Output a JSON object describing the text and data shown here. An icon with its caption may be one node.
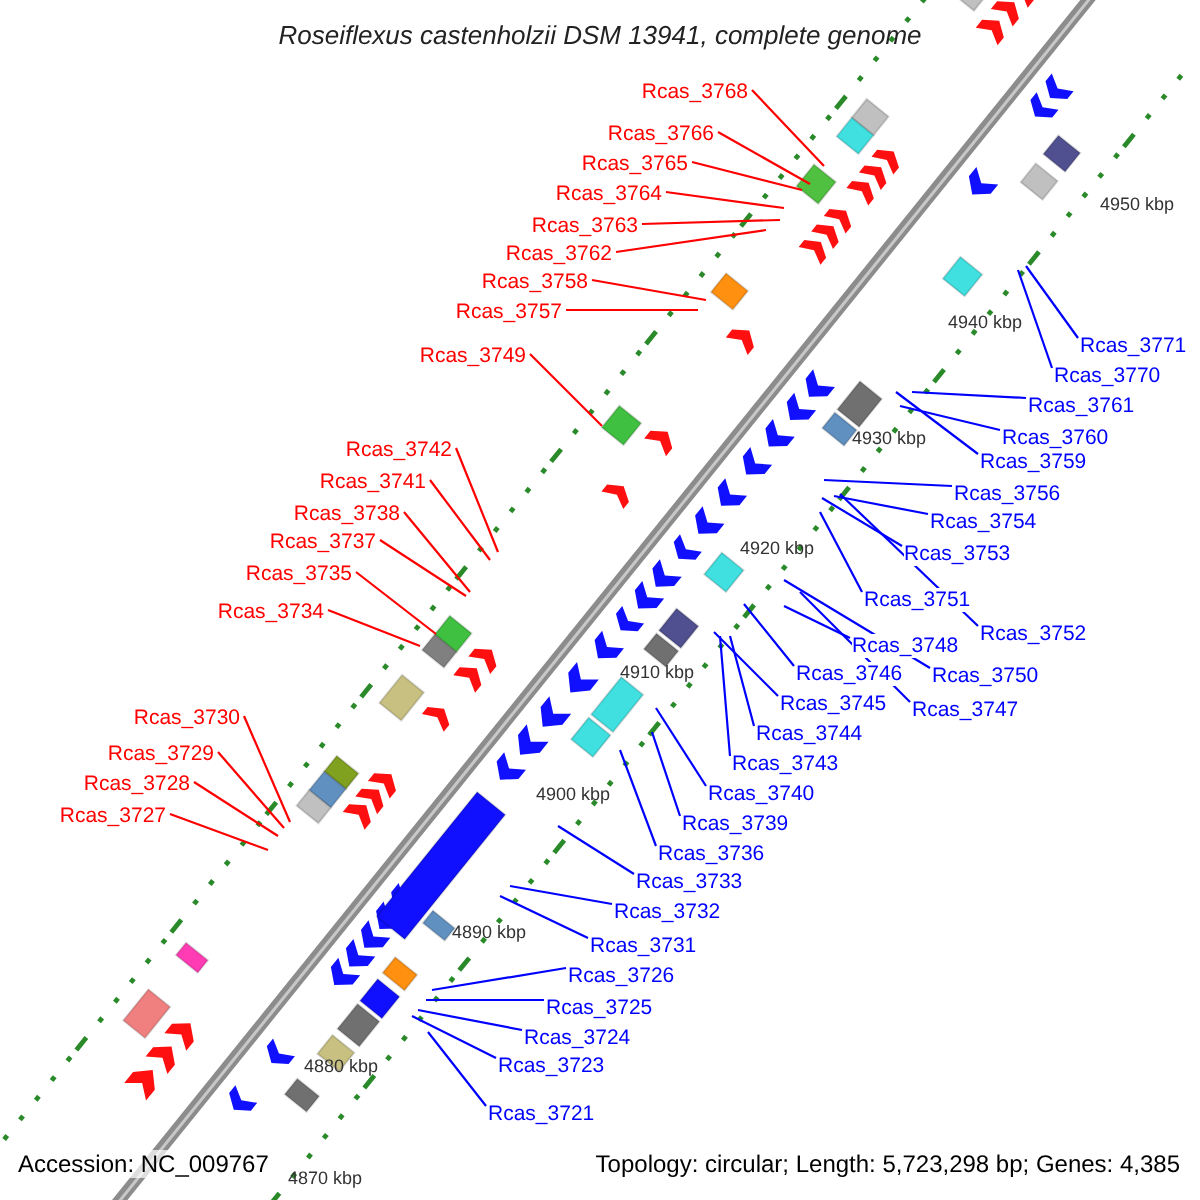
{
  "diagram": {
    "title": "Roseiflexus castenholzii DSM 13941, complete genome",
    "nodes": [
      {
        "text": [
          "Rcas_3768"
        ]
      },
      {
        "text": [
          "Rcas_3766"
        ]
      },
      {
        "text": [
          "Rcas_3765"
        ]
      },
      {
        "text": [
          "Rcas_3764"
        ]
      },
      {
        "text": [
          "Rcas_3763"
        ]
      },
      {
        "text": [
          "Rcas_3762"
        ]
      },
      {
        "text": [
          "Rcas_3758"
        ]
      },
      {
        "text": [
          "Rcas_3757"
        ]
      },
      {
        "text": [
          "Rcas_3749"
        ]
      },
      {
        "text": [
          "Rcas_3742"
        ]
      },
      {
        "text": [
          "Rcas_3741"
        ]
      },
      {
        "text": [
          "Rcas_3738"
        ]
      },
      {
        "text": [
          "Rcas_3737"
        ]
      },
      {
        "text": [
          "Rcas_3735"
        ]
      },
      {
        "text": [
          "Rcas_3734"
        ]
      },
      {
        "text": [
          "Rcas_3730"
        ]
      },
      {
        "text": [
          "Rcas_3729"
        ]
      },
      {
        "text": [
          "Rcas_3728"
        ]
      },
      {
        "text": [
          "Rcas_3727"
        ]
      },
      {
        "text": [
          "Rcas_3771"
        ]
      },
      {
        "text": [
          "Rcas_3770"
        ]
      },
      {
        "text": [
          "Rcas_3761"
        ]
      },
      {
        "text": [
          "Rcas_3760"
        ]
      },
      {
        "text": [
          "Rcas_3759"
        ]
      },
      {
        "text": [
          "Rcas_3756"
        ]
      },
      {
        "text": [
          "Rcas_3754"
        ]
      },
      {
        "text": [
          "Rcas_3753"
        ]
      },
      {
        "text": [
          "Rcas_3751"
        ]
      },
      {
        "text": [
          "Rcas_3752"
        ]
      },
      {
        "text": [
          "Rcas_3748"
        ]
      },
      {
        "text": [
          "Rcas_3746"
        ]
      },
      {
        "text": [
          "Rcas_3750"
        ]
      },
      {
        "text": [
          "Rcas_3745"
        ]
      },
      {
        "text": [
          "Rcas_3747"
        ]
      },
      {
        "text": [
          "Rcas_3744"
        ]
      },
      {
        "text": [
          "Rcas_3743"
        ]
      },
      {
        "text": [
          "Rcas_3740"
        ]
      },
      {
        "text": [
          "Rcas_3739"
        ]
      },
      {
        "text": [
          "Rcas_3736"
        ]
      },
      {
        "text": [
          "Rcas_3733"
        ]
      },
      {
        "text": [
          "Rcas_3732"
        ]
      },
      {
        "text": [
          "Rcas_3731"
        ]
      },
      {
        "text": [
          "Rcas_3726"
        ]
      },
      {
        "text": [
          "Rcas_3725"
        ]
      },
      {
        "text": [
          "Rcas_3724"
        ]
      },
      {
        "text": [
          "Rcas_3723"
        ]
      },
      {
        "text": [
          "Rcas_3721"
        ]
      }
    ],
    "edges": [
      {
        "from": 0,
        "to": null,
        "arrow": "none",
        "color": "#ff0000"
      },
      {
        "from": 1,
        "to": null,
        "arrow": "none",
        "color": "#ff0000"
      },
      {
        "from": 2,
        "to": null,
        "arrow": "none",
        "color": "#ff0000"
      },
      {
        "from": 3,
        "to": null,
        "arrow": "none",
        "color": "#ff0000"
      },
      {
        "from": 4,
        "to": null,
        "arrow": "none",
        "color": "#ff0000"
      },
      {
        "from": 5,
        "to": null,
        "arrow": "none",
        "color": "#ff0000"
      },
      {
        "from": 6,
        "to": null,
        "arrow": "none",
        "color": "#ff0000"
      },
      {
        "from": 7,
        "to": null,
        "arrow": "none",
        "color": "#ff0000"
      },
      {
        "from": 8,
        "to": null,
        "arrow": "none",
        "color": "#ff0000"
      },
      {
        "from": 9,
        "to": null,
        "arrow": "none",
        "color": "#ff0000"
      },
      {
        "from": 10,
        "to": null,
        "arrow": "none",
        "color": "#ff0000"
      },
      {
        "from": 11,
        "to": null,
        "arrow": "none",
        "color": "#ff0000"
      },
      {
        "from": 12,
        "to": null,
        "arrow": "none",
        "color": "#ff0000"
      },
      {
        "from": 13,
        "to": null,
        "arrow": "none",
        "color": "#ff0000"
      },
      {
        "from": 14,
        "to": null,
        "arrow": "none",
        "color": "#ff0000"
      },
      {
        "from": 15,
        "to": null,
        "arrow": "none",
        "color": "#ff0000"
      },
      {
        "from": 16,
        "to": null,
        "arrow": "none",
        "color": "#ff0000"
      },
      {
        "from": 17,
        "to": null,
        "arrow": "none",
        "color": "#ff0000"
      },
      {
        "from": 18,
        "to": null,
        "arrow": "none",
        "color": "#ff0000"
      },
      {
        "from": 19,
        "to": null,
        "arrow": "none"
      },
      {
        "from": 20,
        "to": null,
        "arrow": "none"
      },
      {
        "from": 21,
        "to": null,
        "arrow": "none"
      },
      {
        "from": 22,
        "to": null,
        "arrow": "none"
      },
      {
        "from": 23,
        "to": null,
        "arrow": "none"
      },
      {
        "from": 24,
        "to": null,
        "arrow": "none"
      },
      {
        "from": 25,
        "to": null,
        "arrow": "none"
      },
      {
        "from": 26,
        "to": null,
        "arrow": "none"
      },
      {
        "from": 27,
        "to": null,
        "arrow": "none"
      },
      {
        "from": 28,
        "to": null,
        "arrow": "none"
      },
      {
        "from": 29,
        "to": null,
        "arrow": "none"
      },
      {
        "from": 30,
        "to": null,
        "arrow": "none"
      },
      {
        "from": 31,
        "to": null,
        "arrow": "none"
      },
      {
        "from": 32,
        "to": null,
        "arrow": "none"
      },
      {
        "from": 33,
        "to": null,
        "arrow": "none"
      },
      {
        "from": 34,
        "to": null,
        "arrow": "none"
      },
      {
        "from": 35,
        "to": null,
        "arrow": "none"
      },
      {
        "from": 36,
        "to": null,
        "arrow": "none"
      },
      {
        "from": 37,
        "to": null,
        "arrow": "none"
      },
      {
        "from": 38,
        "to": null,
        "arrow": "none"
      },
      {
        "from": 39,
        "to": null,
        "arrow": "none"
      },
      {
        "from": 40,
        "to": null,
        "arrow": "none"
      },
      {
        "from": 41,
        "to": null,
        "arrow": "none"
      },
      {
        "from": 42,
        "to": null,
        "arrow": "none"
      },
      {
        "from": 43,
        "to": null,
        "arrow": "none"
      },
      {
        "from": 44,
        "to": null,
        "arrow": "none"
      },
      {
        "from": 45,
        "to": null,
        "arrow": "none"
      },
      {
        "from": 46,
        "to": null,
        "arrow": "none"
      }
    ],
    "labels": [
      "4950 kbp",
      "4940 kbp",
      "4930 kbp",
      "4920 kbp",
      "4910 kbp",
      "4900 kbp",
      "4890 kbp",
      "4880 kbp",
      "4870 kbp",
      "Accession: NC_009767",
      "Topology: circular; Length: 5,723,298 bp; Genes: 4,385"
    ]
  }
}
